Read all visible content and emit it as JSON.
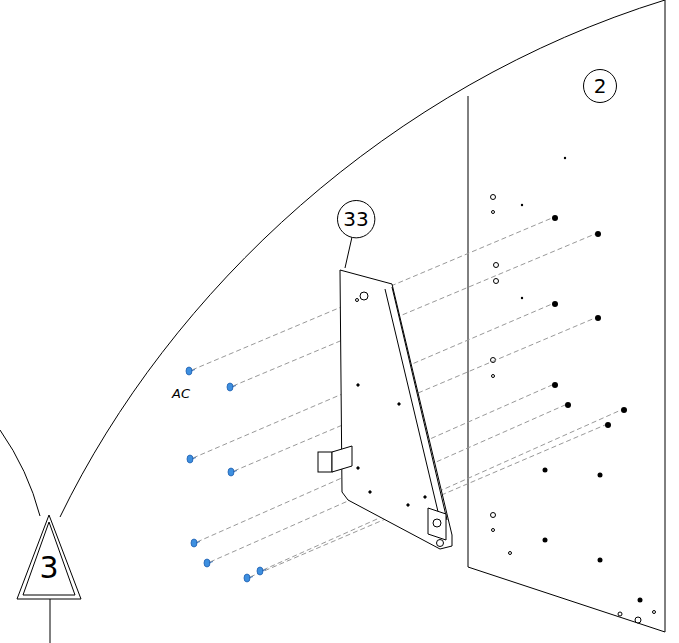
{
  "diagram": {
    "nodes": [
      {
        "text": [
          "2"
        ]
      },
      {
        "text": [
          "33"
        ]
      },
      {
        "text": [
          "3"
        ]
      }
    ],
    "labels": [
      "AC"
    ]
  }
}
